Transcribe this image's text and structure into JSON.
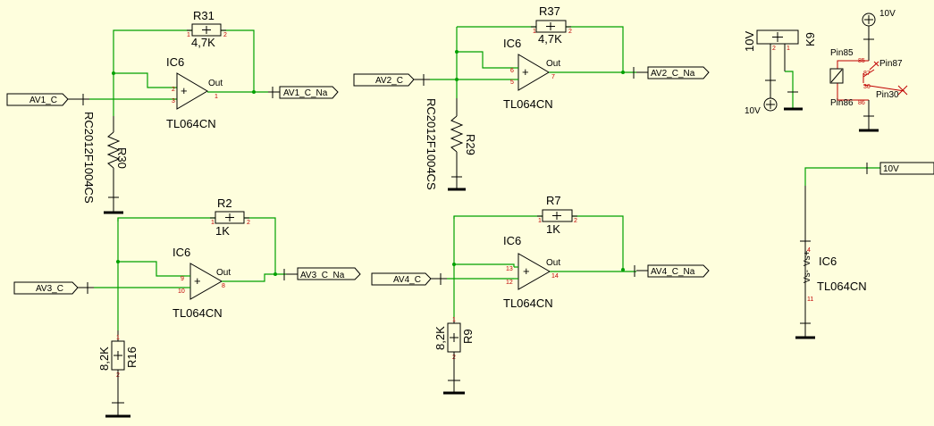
{
  "stage1": {
    "input": "AV1_C",
    "output": "AV1_C_Na",
    "ic": "IC6",
    "part": "TL064CN",
    "out_label": "Out",
    "rf_name": "R31",
    "rf_value": "4,7K",
    "rg_name": "R30",
    "rg_value": "RC2012F1004CS",
    "pins": {
      "in_minus": "2",
      "in_plus": "3",
      "out": "1"
    }
  },
  "stage2": {
    "input": "AV2_C",
    "output": "AV2_C_Na",
    "ic": "IC6",
    "part": "TL064CN",
    "out_label": "Out",
    "rf_name": "R37",
    "rf_value": "4,7K",
    "rg_name": "R29",
    "rg_value": "RC2012F1004CS",
    "pins": {
      "in_minus": "6",
      "in_plus": "5",
      "out": "7"
    }
  },
  "stage3": {
    "input": "AV3_C",
    "output": "AV3_C_Na",
    "ic": "IC6",
    "part": "TL064CN",
    "out_label": "Out",
    "rf_name": "R2",
    "rf_value": "1K",
    "rg_name": "R16",
    "rg_value": "8,2K",
    "pins": {
      "in_minus": "9",
      "in_plus": "10",
      "out": "8"
    }
  },
  "stage4": {
    "input": "AV4_C",
    "output": "AV4_C_Na",
    "ic": "IC6",
    "part": "TL064CN",
    "out_label": "Out",
    "rf_name": "R7",
    "rf_value": "1K",
    "rg_name": "R9",
    "rg_value": "8,2K",
    "pins": {
      "in_minus": "13",
      "in_plus": "12",
      "out": "14"
    }
  },
  "connector": {
    "name": "K9",
    "voltage_label": "10V",
    "supply_label": "10V",
    "pins": {
      "p1": "1",
      "p2": "2"
    }
  },
  "relay": {
    "supply_label": "10V",
    "pin85": "Pin85",
    "pin86": "Pin86",
    "pin87": "Pin87",
    "pin30": "Pin30",
    "pin_numbers": {
      "n85": "85",
      "n86": "86",
      "n87": "87",
      "n30": "30"
    }
  },
  "power": {
    "net_label": "10V",
    "ic": "IC6",
    "part": "TL064CN",
    "vs_plus": "Vs+",
    "vs_minus": "Vs-",
    "pin_vsp": "4",
    "pin_vsm": "11"
  },
  "misc": {
    "plus": "+",
    "minus": "-",
    "res_pin1": "1",
    "res_pin2": "2"
  }
}
